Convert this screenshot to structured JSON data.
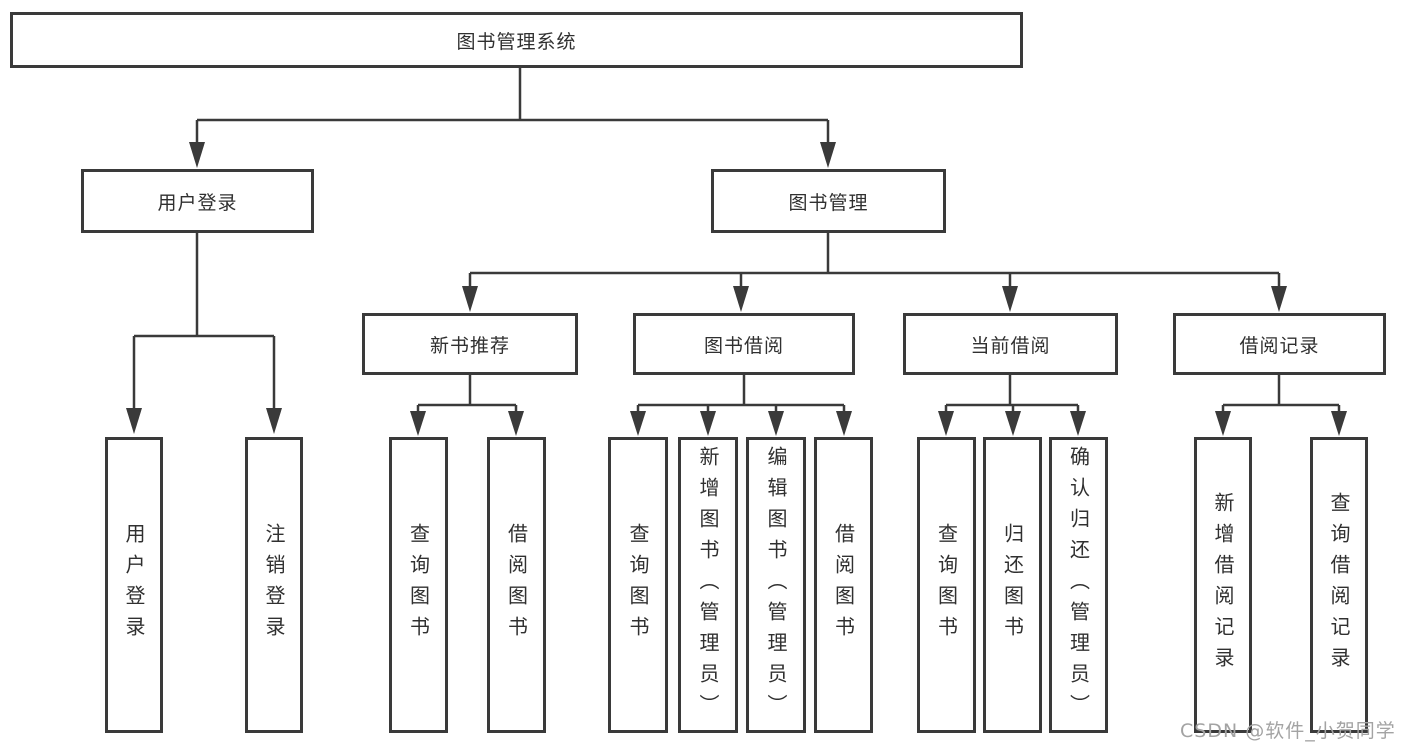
{
  "root": {
    "label": "图书管理系统"
  },
  "branches": {
    "user_login": {
      "label": "用户登录",
      "children": [
        "用户登录",
        "注销登录"
      ]
    },
    "book_management": {
      "label": "图书管理",
      "sections": {
        "new_book": {
          "label": "新书推荐",
          "children": [
            "查询图书",
            "借阅图书"
          ]
        },
        "borrowing": {
          "label": "图书借阅",
          "children": [
            "查询图书",
            "新增图书（管理员）",
            "编辑图书（管理员）",
            "借阅图书"
          ]
        },
        "current": {
          "label": "当前借阅",
          "children": [
            "查询图书",
            "归还图书",
            "确认归还（管理员）"
          ]
        },
        "records": {
          "label": "借阅记录",
          "children": [
            "新增借阅记录",
            "查询借阅记录"
          ]
        }
      }
    }
  },
  "watermark": "CSDN @软件_小贺同学",
  "colors": {
    "line": "#3a3a3a",
    "text": "#303030",
    "watermark": "#a3a3a3",
    "background": "#ffffff"
  }
}
